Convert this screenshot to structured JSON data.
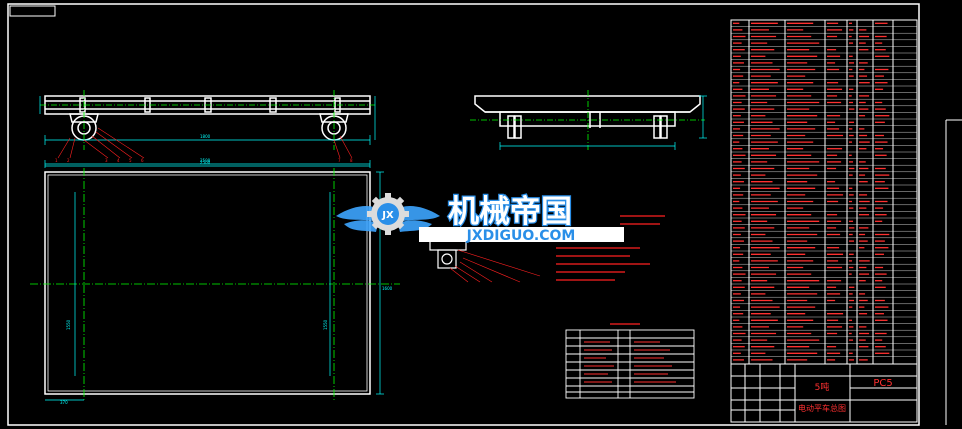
{
  "watermark": {
    "logo_badge": "JX",
    "title_cn": "机械帝国",
    "domain": "JXDIGUO.COM"
  },
  "title_block": {
    "tonnage": "5吨",
    "drawing_name": "电动平车总图",
    "drawing_code": "PC5"
  },
  "colors": {
    "background": "#000000",
    "frame": "#ffffff",
    "dimension": "#00ffff",
    "centerline": "#00ff00",
    "annotation": "#ff2020",
    "parts_text": "#ff3030",
    "watermark_blue": "#3ea6ff"
  }
}
